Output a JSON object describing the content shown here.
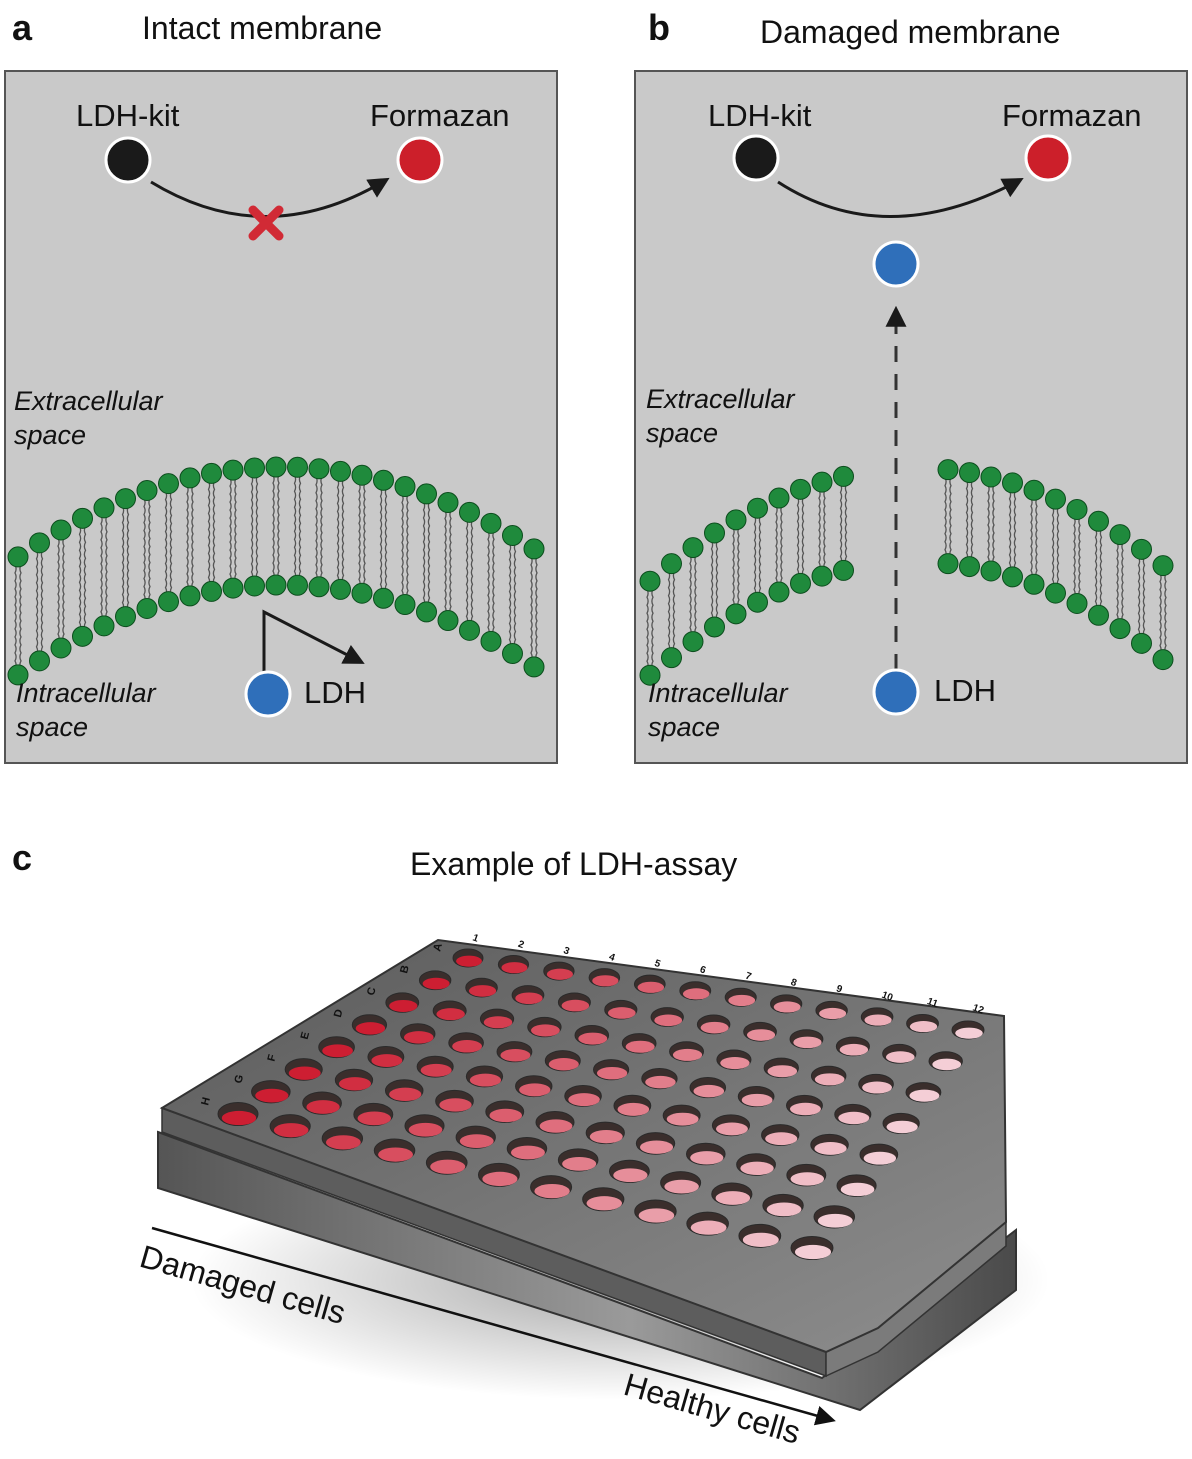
{
  "panel_a": {
    "letter": "a",
    "title": "Intact membrane",
    "kit_label": "LDH-kit",
    "product_label": "Formazan",
    "extracellular_line1": "Extracellular",
    "extracellular_line2": "space",
    "intracellular_line1": "Intracellular",
    "intracellular_line2": "space",
    "enzyme_label": "LDH"
  },
  "panel_b": {
    "letter": "b",
    "title": "Damaged membrane",
    "kit_label": "LDH-kit",
    "product_label": "Formazan",
    "extracellular_line1": "Extracellular",
    "extracellular_line2": "space",
    "intracellular_line1": "Intracellular",
    "intracellular_line2": "space",
    "enzyme_label": "LDH"
  },
  "panel_c": {
    "letter": "c",
    "title": "Example of LDH-assay",
    "axis_start_label": "Damaged cells",
    "axis_end_label": "Healthy cells",
    "row_labels": [
      "A",
      "B",
      "C",
      "D",
      "E",
      "F",
      "G",
      "H"
    ],
    "column_labels": [
      "1",
      "2",
      "3",
      "4",
      "5",
      "6",
      "7",
      "8",
      "9",
      "10",
      "11",
      "12"
    ]
  },
  "colors": {
    "box_background": "#c9c9c9",
    "phospholipid_head": "#1f8a3c",
    "ldh_kit": "#1a1a1a",
    "formazan": "#cc1f2a",
    "ldh": "#2f6fba",
    "inhibition_mark": "#d12a35",
    "plate": "#6e6e6e"
  }
}
